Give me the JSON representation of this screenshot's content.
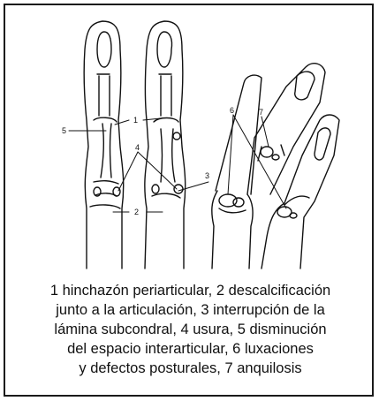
{
  "labels": [
    "1",
    "2",
    "3",
    "4",
    "5",
    "6",
    "7"
  ],
  "caption_lines": [
    "1 hinchazón periarticular, 2 descalcificación",
    "junto a la articulación, 3 interrupción de la",
    "lámina subcondral, 4 usura, 5 disminución",
    "del espacio interarticular, 6 luxaciones",
    "y defectos posturales, 7 anquilosis"
  ],
  "colors": {
    "ink": "#111111",
    "background": "#ffffff"
  }
}
